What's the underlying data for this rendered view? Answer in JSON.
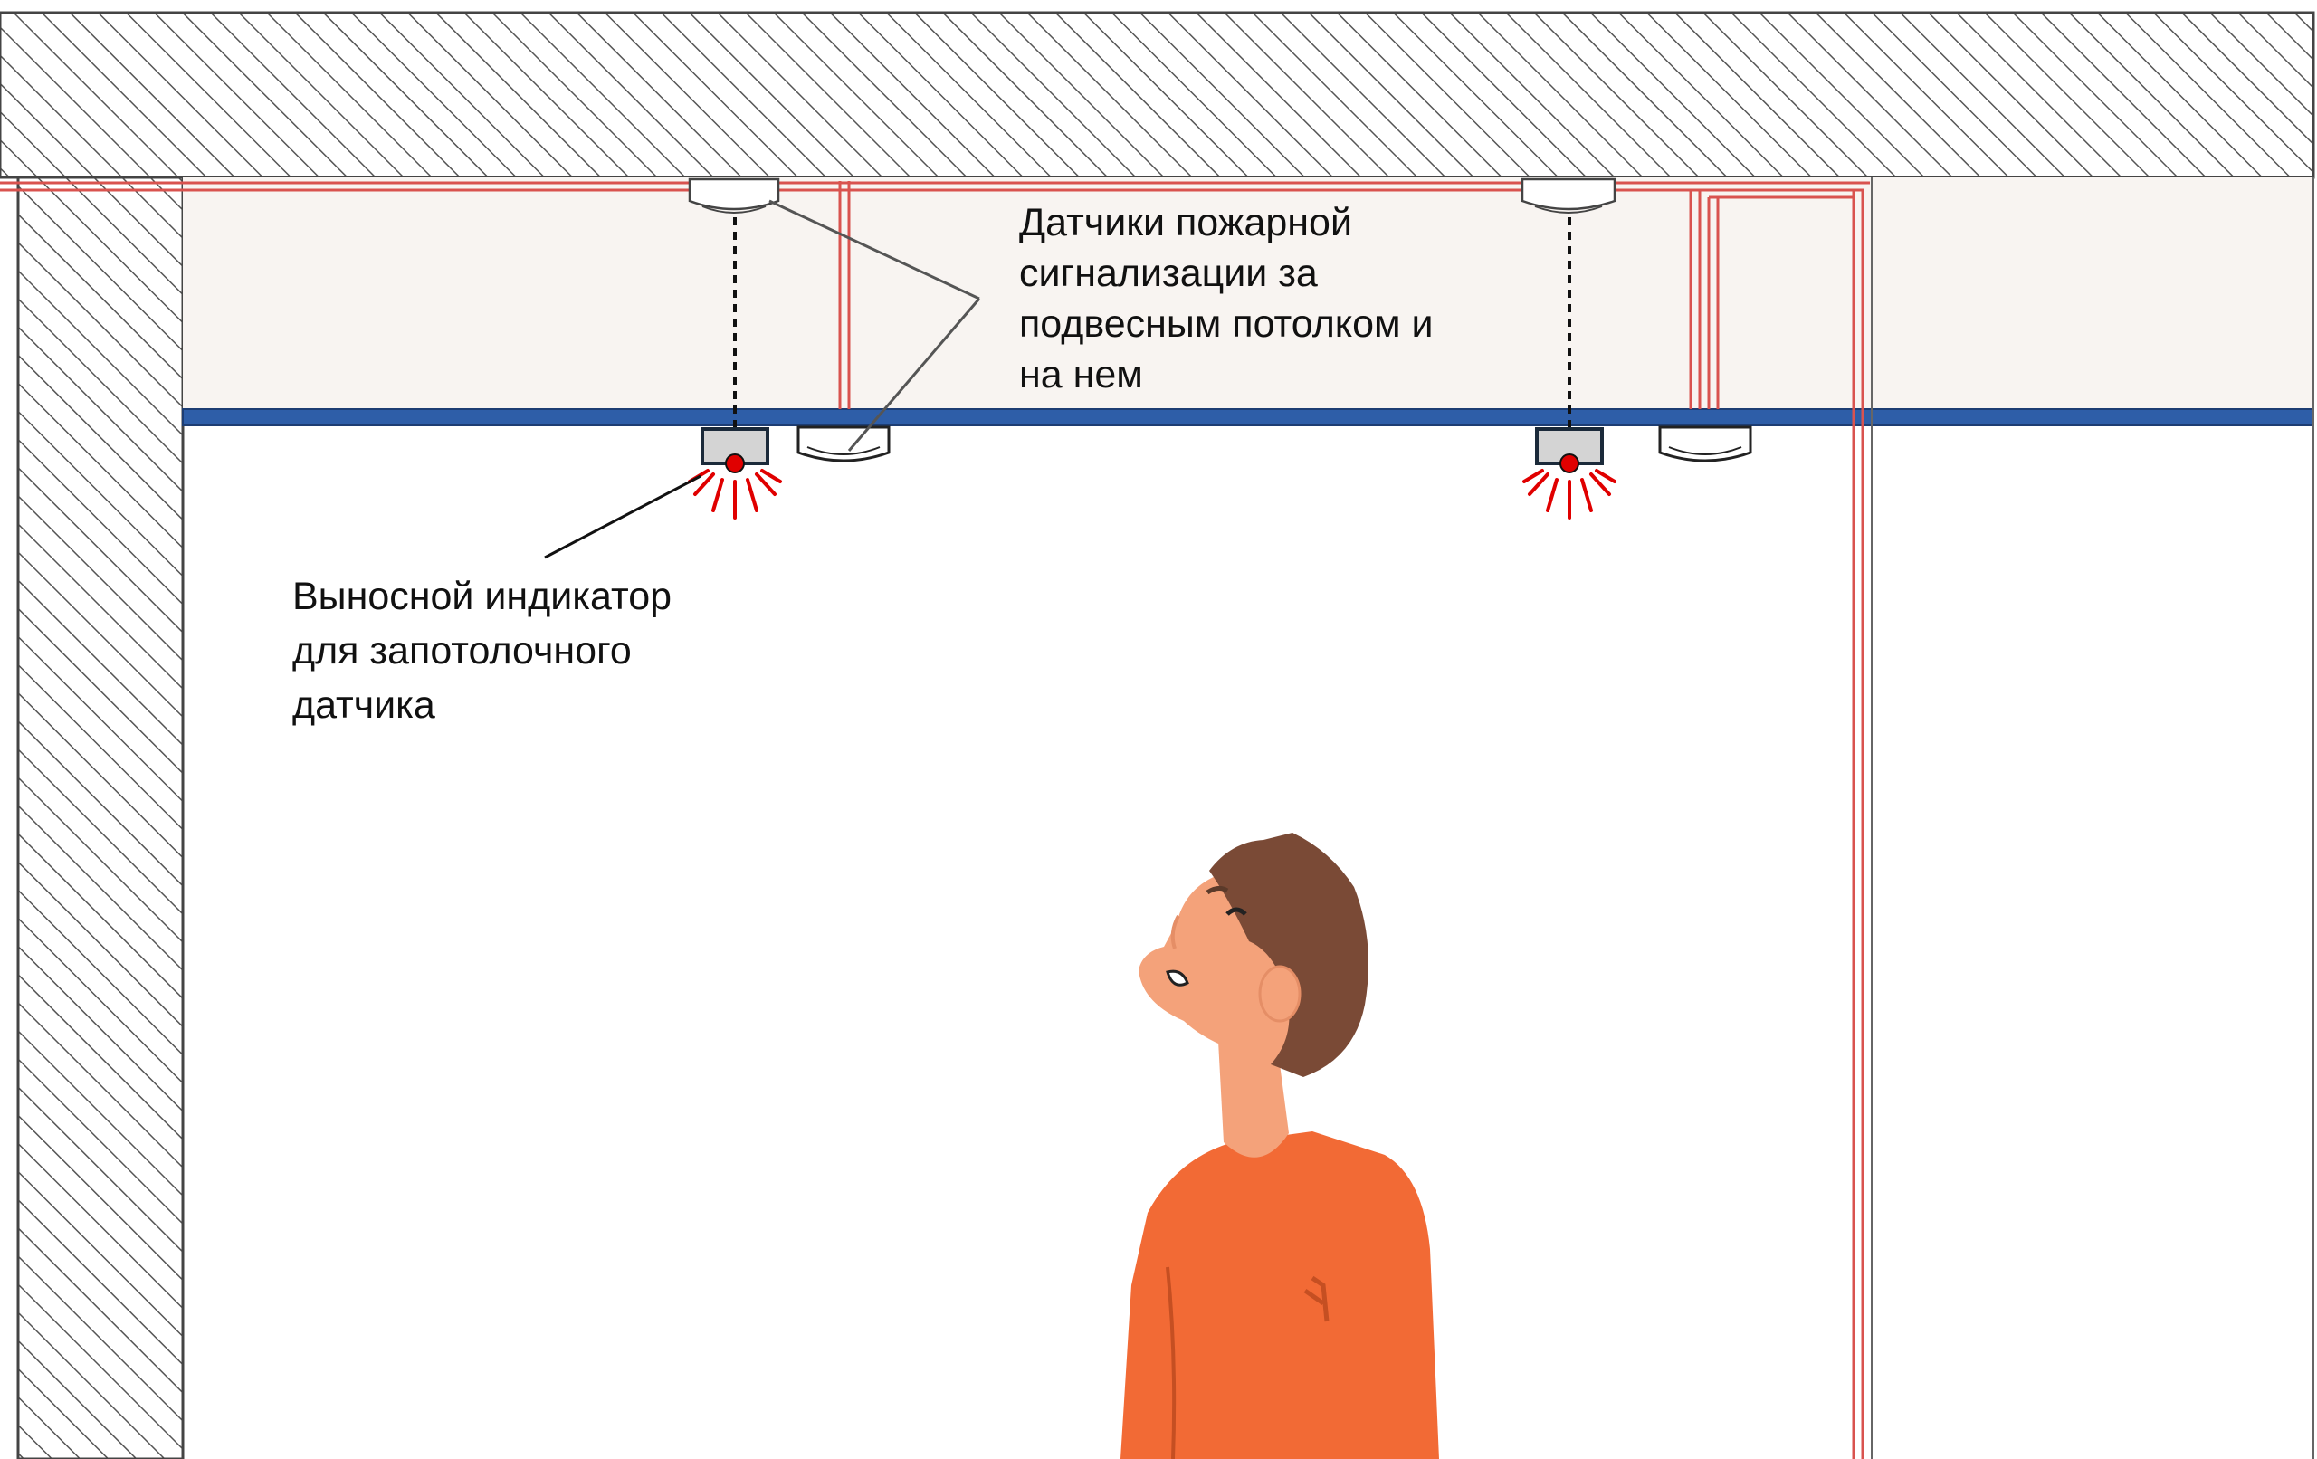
{
  "annotations": {
    "detectors_label": [
      "Датчики пожарной",
      "сигнализации за",
      "подвесным потолком и",
      "на нем"
    ],
    "indicator_label": [
      "Выносной индикатор",
      "для запотолочного",
      "датчика"
    ]
  },
  "colors": {
    "hatch": "#555555",
    "ceiling_void": "#f8f4f1",
    "suspended_ceiling": "#2e5ea8",
    "cable": "#d9534f",
    "indicator_led": "#e00000",
    "skin": "#f4a27a",
    "hair": "#7a4a36",
    "shirt": "#f26a35"
  }
}
